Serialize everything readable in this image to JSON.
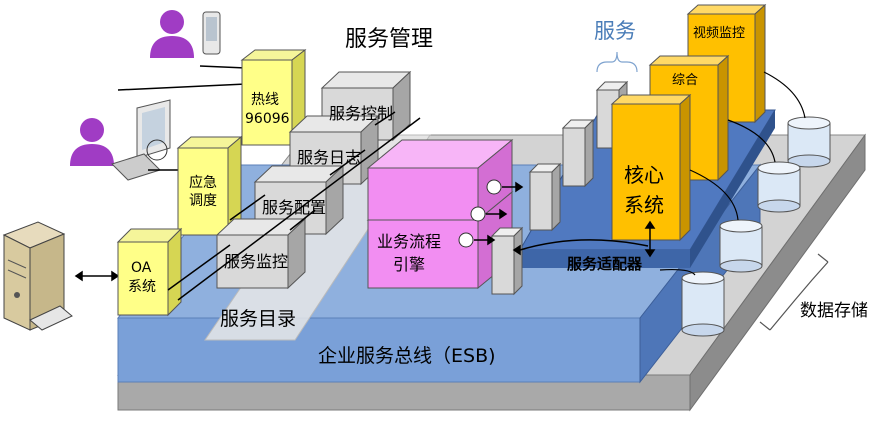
{
  "labels": {
    "service_management": "服务管理",
    "service": "服务",
    "service_directory": "服务目录",
    "esb": "企业服务总线（ESB)",
    "data_storage": "数据存储",
    "service_adapter": "服务适配器"
  },
  "blocks": {
    "hotline": [
      "热线",
      "96096"
    ],
    "emergency": [
      "应急",
      "调度"
    ],
    "oa": [
      "OA",
      "系统"
    ],
    "service_control": "服务控制",
    "service_log": "服务日志",
    "service_config": "服务配置",
    "service_monitor": "服务监控",
    "workflow_engine": [
      "业务流程",
      "引擎"
    ],
    "video_monitor": "视频监控",
    "integrated": "综合",
    "core_system": [
      "核心",
      "系统"
    ]
  },
  "colors": {
    "esb_top": "#8fb0de",
    "esb_front": "#6e93cf",
    "grey_platform": "#c8c8c8",
    "yellow_block": "#ffff88",
    "grey_block": "#d9d9d9",
    "pink_block": "#f28ef2",
    "orange_block": "#ffc000",
    "disk": "#dbe8f6",
    "service_blue": "#4a7db8"
  }
}
